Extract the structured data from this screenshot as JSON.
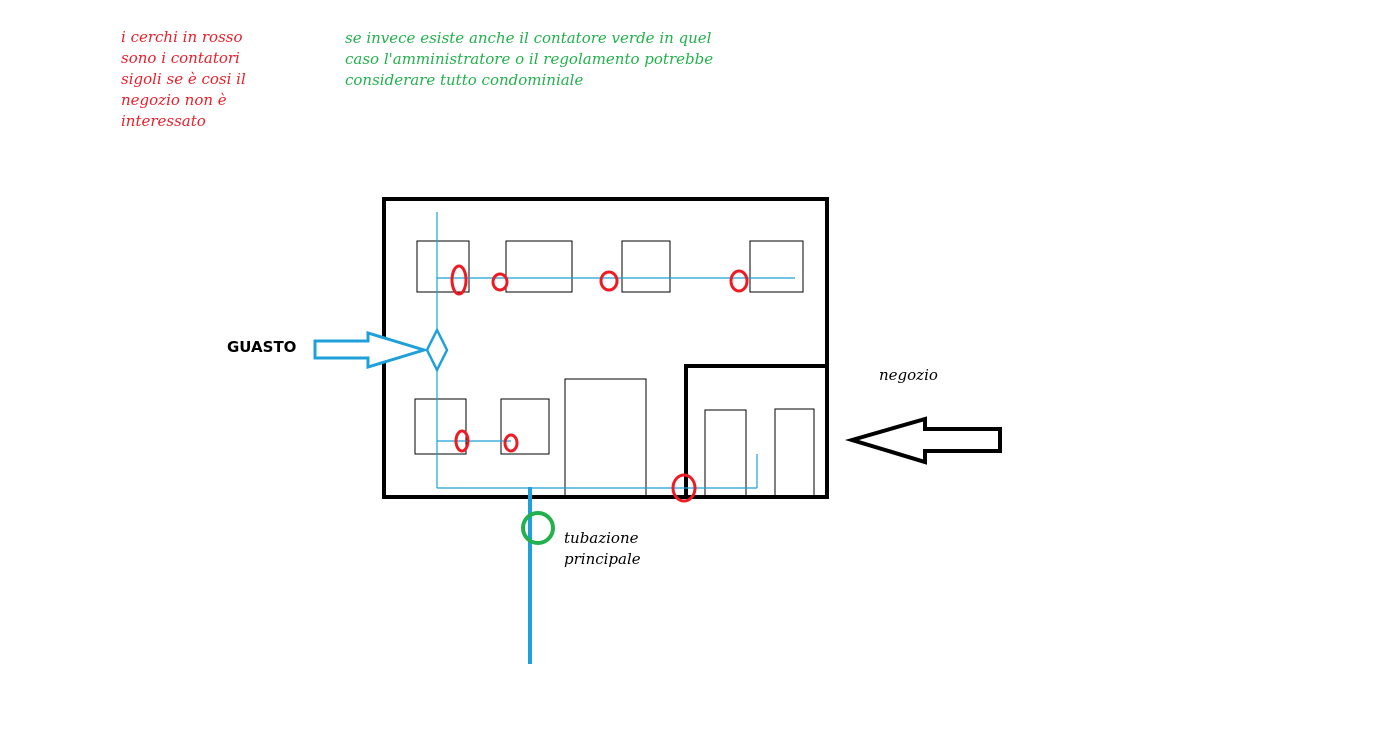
{
  "colors": {
    "note_red": "#e8202b",
    "note_green": "#22b14c",
    "meter_red": "#ed1c24",
    "meter_green": "#22b14c",
    "pipe_blue": "#1fa0d8",
    "wall": "#000000"
  },
  "notes": {
    "red": "i cerchi in rosso\nsono i contatori\nsigoli se è cosi il\nnegozio non è\ninteressato",
    "green": "se invece esiste anche il contatore verde in quel\ncaso l'amministratore o il regolamento potrebbe\nconsiderare tutto condominiale"
  },
  "labels": {
    "guasto": "GUASTO",
    "negozio": "negozio",
    "tubazione": "tubazione\nprincipale"
  }
}
